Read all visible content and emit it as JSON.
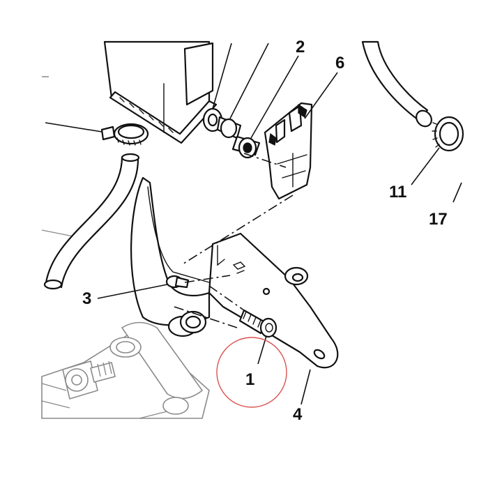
{
  "diagram": {
    "callouts": [
      {
        "id": "1",
        "label": "1"
      },
      {
        "id": "2",
        "label": "2"
      },
      {
        "id": "3",
        "label": "3"
      },
      {
        "id": "4",
        "label": "4"
      },
      {
        "id": "6",
        "label": "6"
      },
      {
        "id": "11",
        "label": "11"
      },
      {
        "id": "17",
        "label": "17"
      }
    ],
    "highlight": {
      "target": "1",
      "color": "#d9534f"
    }
  }
}
